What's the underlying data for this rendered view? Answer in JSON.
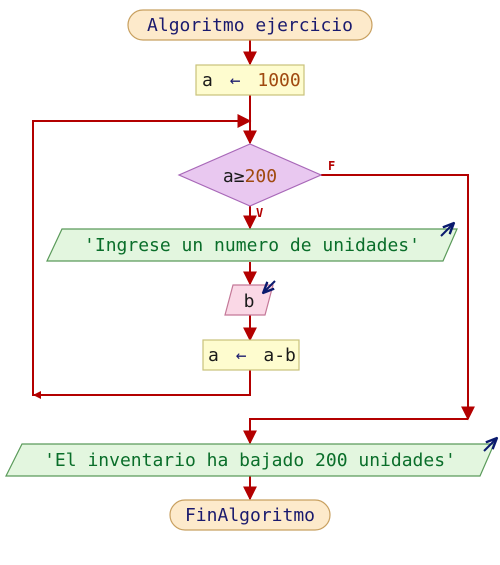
{
  "flowchart": {
    "start_label": "Algoritmo ejercicio",
    "assign1": {
      "var": "a",
      "arrow": "←",
      "value": "1000"
    },
    "decision": {
      "var": "a",
      "op": "≥",
      "value": "200"
    },
    "false_label": "F",
    "true_label": "V",
    "output1": "'Ingrese un numero de unidades'",
    "input1": "b",
    "assign2": {
      "var": "a",
      "arrow": "←",
      "expr": "a-b"
    },
    "output2": "'El inventario ha bajado 200 unidades'",
    "end_label": "FinAlgoritmo"
  },
  "colors": {
    "line": "#b30000",
    "terminal_fill": "#fdeacb",
    "terminal_stroke": "#c8a060",
    "process_fill": "#fefccf",
    "process_stroke": "#c9c27a",
    "decision_fill": "#e9c8f0",
    "decision_stroke": "#a868b8",
    "io_fill": "#e3f6df",
    "io_stroke": "#5a9a5a",
    "input_fill": "#fad8e6",
    "input_stroke": "#c47898",
    "io_arrow": "#0a1a6e"
  }
}
